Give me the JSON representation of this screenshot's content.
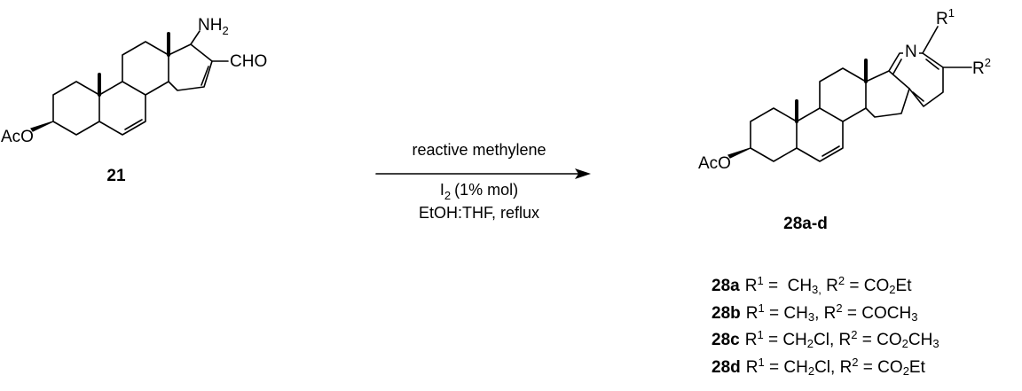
{
  "reactant": {
    "label": "21",
    "acetoxy": "AcO",
    "amino": "NH",
    "amino_sub": "2",
    "aldehyde": "CHO"
  },
  "reaction": {
    "reagent": "reactive methylene",
    "catalyst": "I",
    "catalyst_sub": "2",
    "catalyst_amount": "(1% mol)",
    "conditions": "EtOH:THF, reflux"
  },
  "product": {
    "label": "28a-d",
    "acetoxy": "AcO",
    "nitrogen": "N",
    "r1": "R",
    "r1_sup": "1",
    "r2": "R",
    "r2_sup": "2"
  },
  "substituents": [
    {
      "id": "28a",
      "r1_html": "R<sup>1</sup> =&nbsp; CH<sub>3,</sub> R<sup>2</sup> = CO<sub>2</sub>Et"
    },
    {
      "id": "28b",
      "r1_html": "R<sup>1</sup> = CH<sub>3</sub>, R<sup>2</sup> = COCH<sub>3</sub>"
    },
    {
      "id": "28c",
      "r1_html": "R<sup>1</sup> = CH<sub>2</sub>Cl, R<sup>2</sup> = CO<sub>2</sub>CH<sub>3</sub>"
    },
    {
      "id": "28d",
      "r1_html": "R<sup>1</sup> = CH<sub>2</sub>Cl, R<sup>2</sup> = CO<sub>2</sub>Et"
    }
  ]
}
